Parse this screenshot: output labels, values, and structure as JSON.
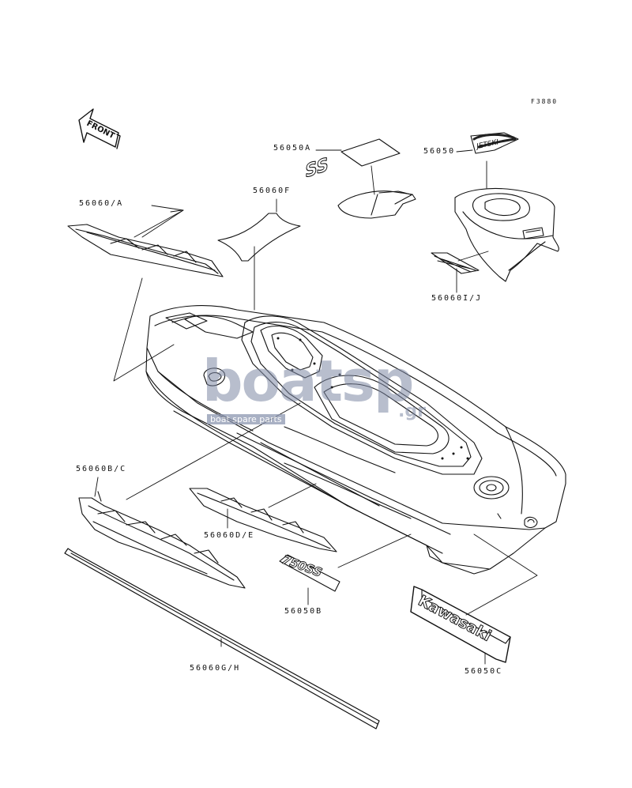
{
  "figure_code": "F3880",
  "front_marker": "FRONT",
  "parts": {
    "p56050A": "56050A",
    "p56050": "56050",
    "p56060A": "56060/A",
    "p56060F": "56060F",
    "p56060IJ": "56060I/J",
    "p56060BC": "56060B/C",
    "p56060DE": "56060D/E",
    "p56050B": "56050B",
    "p56060GH": "56060G/H",
    "p56050C": "56050C"
  },
  "decal_text": {
    "ss": "SS",
    "model": "750SS",
    "brand": "Kawasaki",
    "jet": "JETSKI"
  },
  "watermark": {
    "main": "boatsp",
    "suffix": ".gr",
    "sub": "boat spare parts"
  }
}
